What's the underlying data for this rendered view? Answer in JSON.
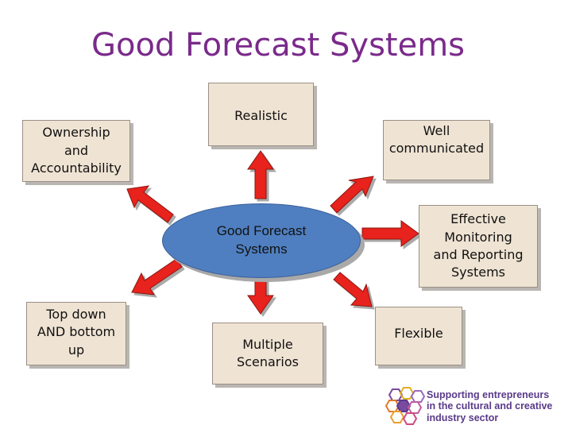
{
  "title": "Good Forecast Systems",
  "center": {
    "label": "Good Forecast\nSystems"
  },
  "boxes": {
    "realistic": "Realistic",
    "ownership": "Ownership\nand\nAccountability",
    "well_communicated": "Well\ncommunicated",
    "effective_monitoring": "Effective\nMonitoring\nand Reporting\nSystems",
    "top_down": "Top down\nAND bottom\nup",
    "multiple_scenarios": "Multiple\nScenarios",
    "flexible": "Flexible"
  },
  "logo": {
    "text": "Supporting entrepreneurs\nin the cultural and creative\nindustry sector"
  },
  "colors": {
    "title": "#7a2a8a",
    "arrow": "#e8231b",
    "ellipse": "#4f7fc0",
    "box": "#efe3d3"
  }
}
